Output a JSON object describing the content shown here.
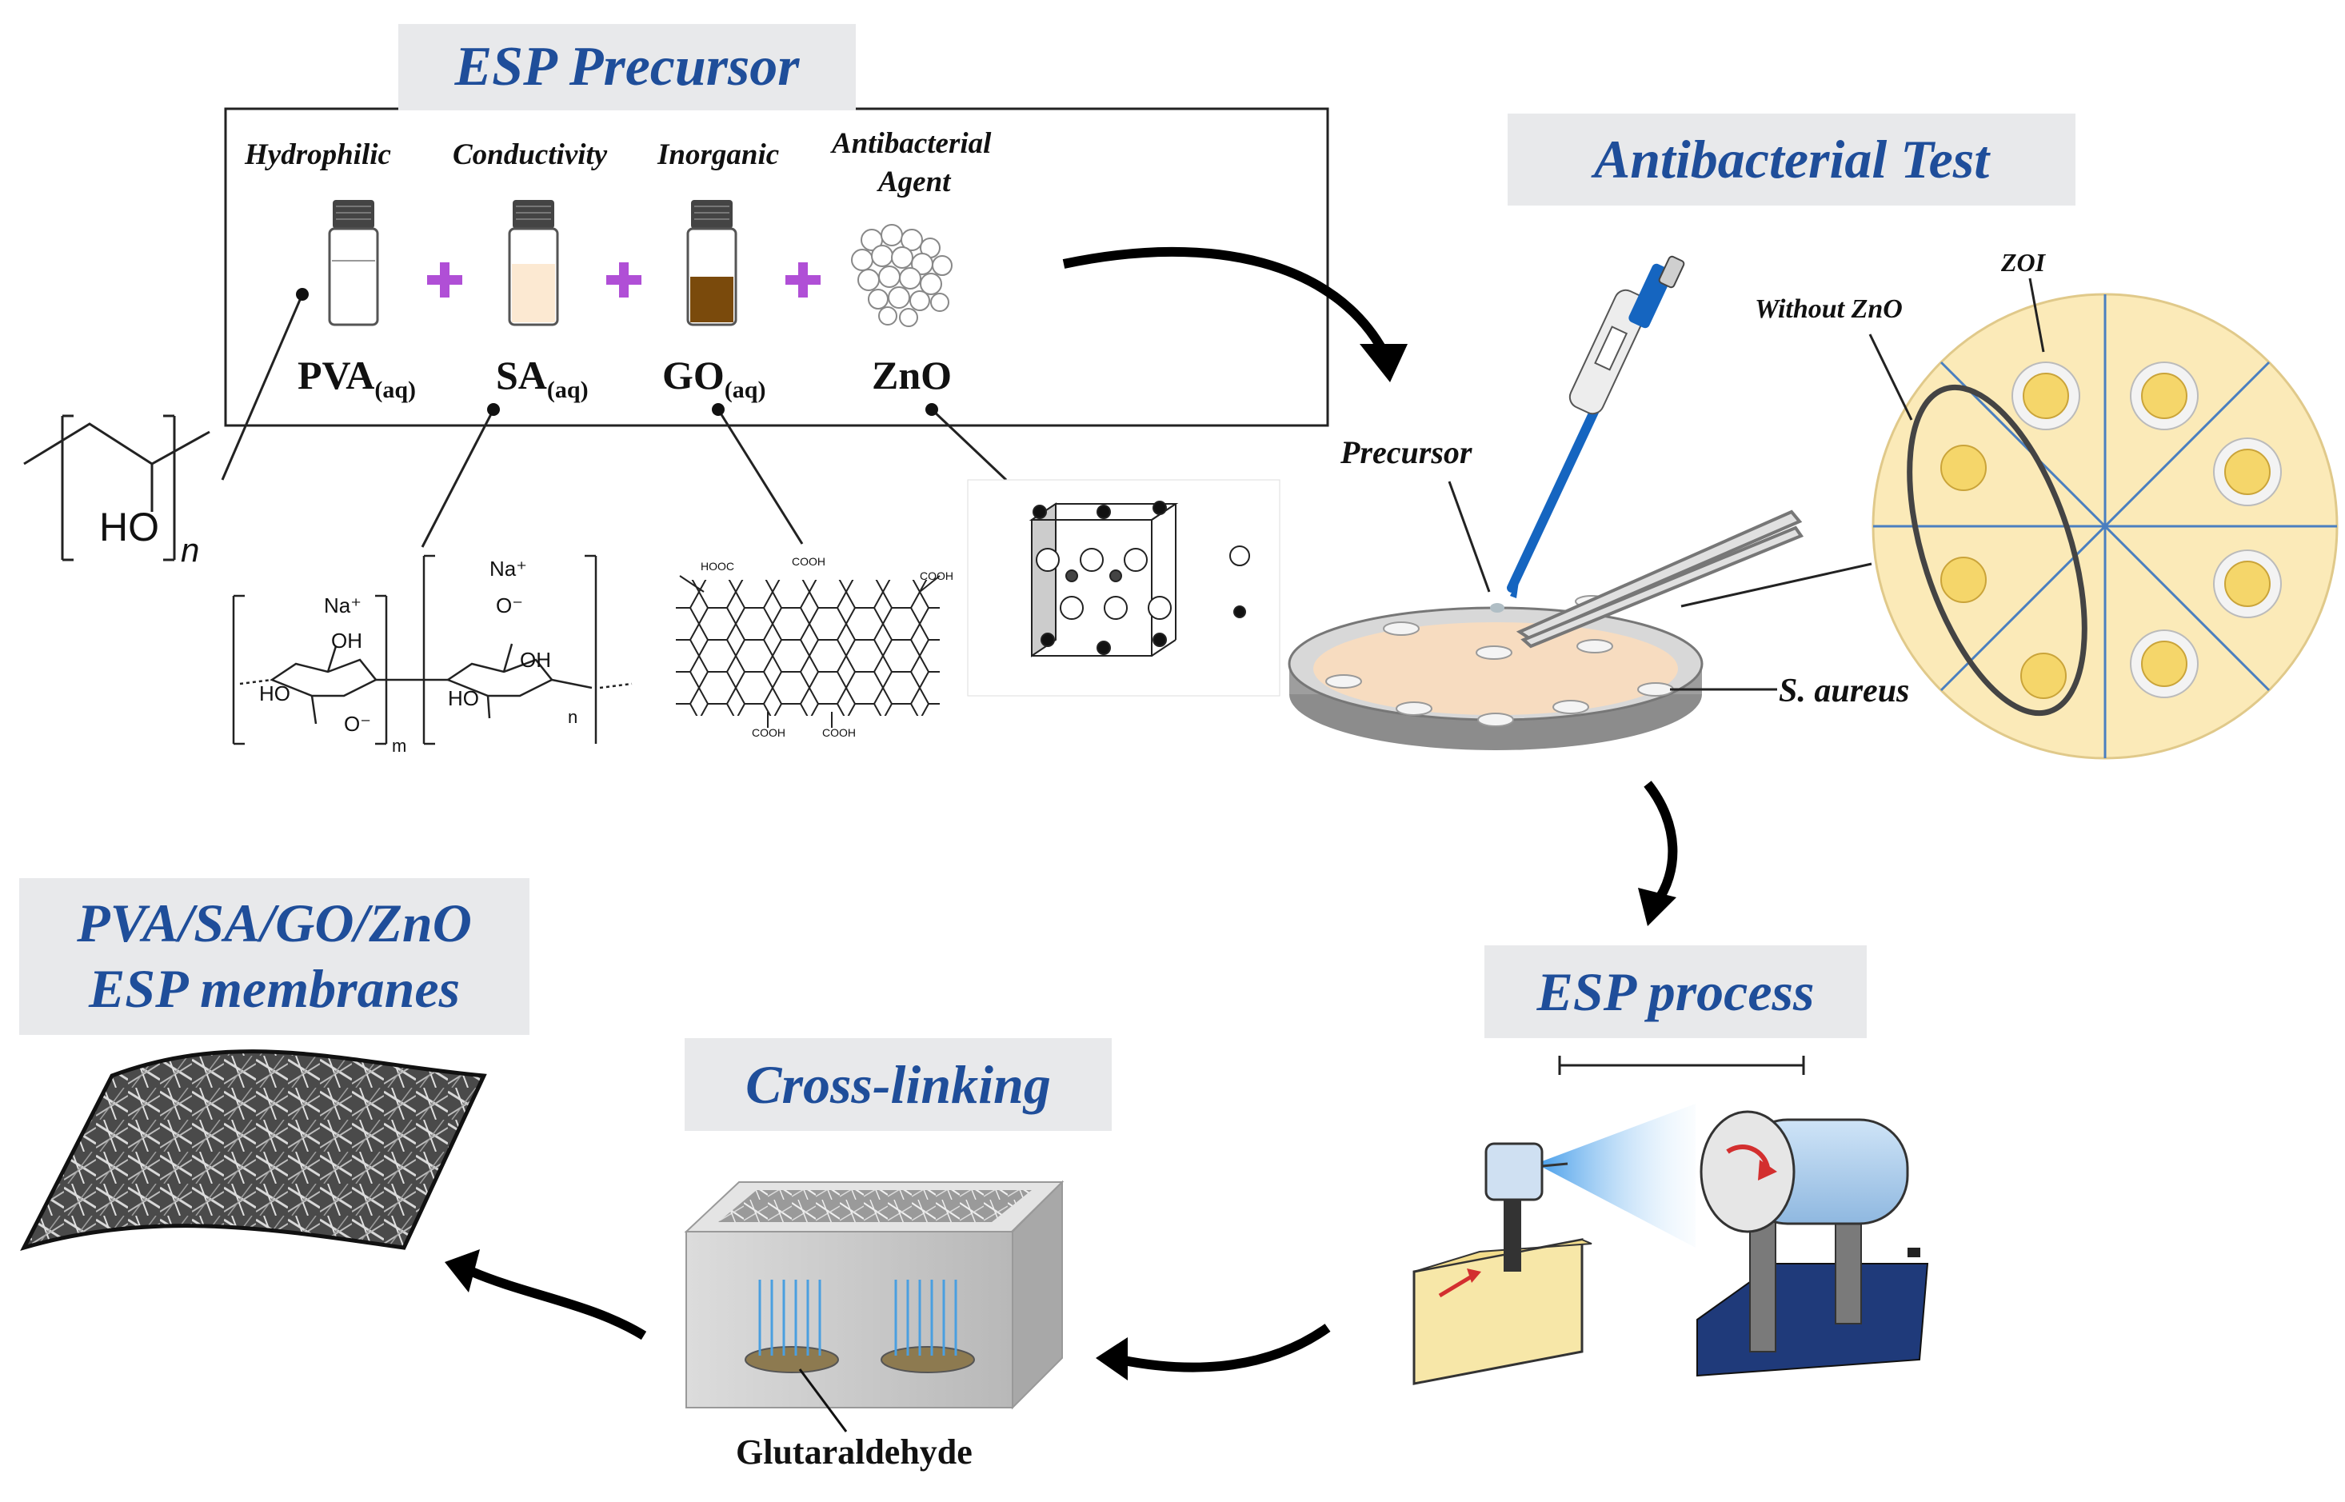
{
  "titles": {
    "esp_precursor": "ESP Precursor",
    "antibacterial_test": "Antibacterial Test",
    "esp_process": "ESP process",
    "cross_linking": "Cross-linking",
    "membranes_line1": "PVA/SA/GO/ZnO",
    "membranes_line2": "ESP membranes"
  },
  "precursor": {
    "properties": {
      "hydrophilic": "Hydrophilic",
      "conductivity": "Conductivity",
      "inorganic": "Inorganic",
      "antibacterial_line1": "Antibacterial",
      "antibacterial_line2": "Agent"
    },
    "components": {
      "pva": "PVA",
      "pva_sub": "(aq)",
      "sa": "SA",
      "sa_sub": "(aq)",
      "go": "GO",
      "go_sub": "(aq)",
      "zno": "ZnO"
    },
    "plus_color": "#b04fd6"
  },
  "structures": {
    "pva_group": "HO",
    "pva_n": "n",
    "na_plus": "Na⁺",
    "oh": "OH",
    "ho": "HO",
    "o_minus": "O⁻",
    "cooh": "COOH",
    "hooc": "HOOC",
    "m": "m",
    "n": "n"
  },
  "test": {
    "precursor": "Precursor",
    "zoi": "ZOI",
    "without_zno": "Without ZnO",
    "s_aureus": "S. aureus"
  },
  "crosslink": {
    "glutaraldehyde": "Glutaraldehyde"
  },
  "colors": {
    "title_text": "#1f4e9a",
    "title_bg": "#e8e9eb",
    "agar": "#f7dcc0",
    "plate_bg": "#fbeab8",
    "plate_line": "#4a7fc0",
    "disk": "#f5d66a",
    "arrow": "#000000"
  }
}
